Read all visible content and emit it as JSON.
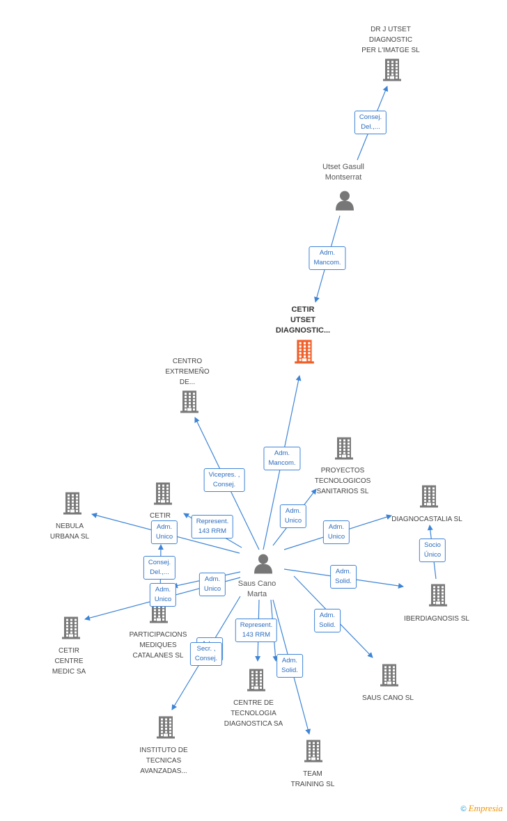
{
  "nodes": [
    {
      "id": "drj",
      "type": "company",
      "label": "DR J UTSET\nDIAGNOSTIC\nPER L'IMATGE SL"
    },
    {
      "id": "utset",
      "type": "person",
      "label": "Utset Gasull\nMontserrat"
    },
    {
      "id": "cetir_utset",
      "type": "company",
      "focus": true,
      "label": "CETIR\nUTSET\nDIAGNOSTIC..."
    },
    {
      "id": "centro",
      "type": "company",
      "label": "CENTRO\nEXTREMEÑO\nDE..."
    },
    {
      "id": "proyectos",
      "type": "company",
      "label": "PROYECTOS\nTECNOLOGICOS\nSANITARIOS SL"
    },
    {
      "id": "nebula",
      "type": "company",
      "label": "NEBULA\nURBANA SL"
    },
    {
      "id": "cetir_gir",
      "type": "company",
      "label": "CETIR\nGIR"
    },
    {
      "id": "diagnocastalia",
      "type": "company",
      "label": "DIAGNOCASTALIA SL"
    },
    {
      "id": "saus",
      "type": "person",
      "label": "Saus Cano\nMarta"
    },
    {
      "id": "iberdiagnosis",
      "type": "company",
      "label": "IBERDIAGNOSIS SL"
    },
    {
      "id": "participacions",
      "type": "company",
      "label": "PARTICIPACIONS\nMEDIQUES\nCATALANES SL"
    },
    {
      "id": "cetir_centre",
      "type": "company",
      "label": "CETIR\nCENTRE\nMEDIC SA"
    },
    {
      "id": "saus_sl",
      "type": "company",
      "label": "SAUS CANO  SL"
    },
    {
      "id": "centre_tec",
      "type": "company",
      "label": "CENTRE DE\nTECNOLOGIA\nDIAGNOSTICA SA"
    },
    {
      "id": "instituto",
      "type": "company",
      "label": "INSTITUTO DE\nTECNICAS\nAVANZADAS..."
    },
    {
      "id": "team",
      "type": "company",
      "label": "TEAM\nTRAINING SL"
    }
  ],
  "edges": [
    {
      "from": "utset",
      "to": "drj",
      "label": "Consej.\nDel.,..."
    },
    {
      "from": "utset",
      "to": "cetir_utset",
      "label": "Adm.\nMancom."
    },
    {
      "from": "saus",
      "to": "cetir_utset",
      "label": "Adm.\nMancom."
    },
    {
      "from": "saus",
      "to": "centro",
      "label": "Vicepres. ,\nConsej."
    },
    {
      "from": "saus",
      "to": "proyectos",
      "label": "Adm.\nUnico"
    },
    {
      "from": "saus",
      "to": "nebula",
      "label": "Adm.\nUnico"
    },
    {
      "from": "saus",
      "to": "cetir_gir",
      "label": "Represent.\n143 RRM"
    },
    {
      "from": "saus",
      "to": "diagnocastalia",
      "label": "Adm.\nUnico"
    },
    {
      "from": "iberdiagnosis",
      "to": "diagnocastalia",
      "label": "Socio\nÚnico"
    },
    {
      "from": "saus",
      "to": "iberdiagnosis",
      "label": "Adm.\nSolid."
    },
    {
      "from": "saus",
      "to": "participacions",
      "label": "Adm.\nUnico"
    },
    {
      "from": "participacions",
      "to": "cetir_gir",
      "label": "Consej.\nDel.,..."
    },
    {
      "from": "saus",
      "to": "cetir_centre",
      "label": "Adm.\nUnico"
    },
    {
      "from": "saus",
      "to": "saus_sl",
      "label": "Adm.\nSolid."
    },
    {
      "from": "saus",
      "to": "centre_tec",
      "label": "Represent.\n143 RRM"
    },
    {
      "from": "saus",
      "to": "centre_tec",
      "label": "Adm.\nSolid."
    },
    {
      "from": "saus",
      "to": "instituto",
      "label": "Secr. ,\nConsej."
    },
    {
      "from": "saus",
      "to": "team",
      "label": "Adm.\nSolid."
    }
  ],
  "colors": {
    "edge": "#3d84d6",
    "company": "#7a7a7a",
    "focus": "#f0602a",
    "person": "#777777"
  },
  "footer": {
    "copy": "©",
    "brand": "Empresia"
  }
}
